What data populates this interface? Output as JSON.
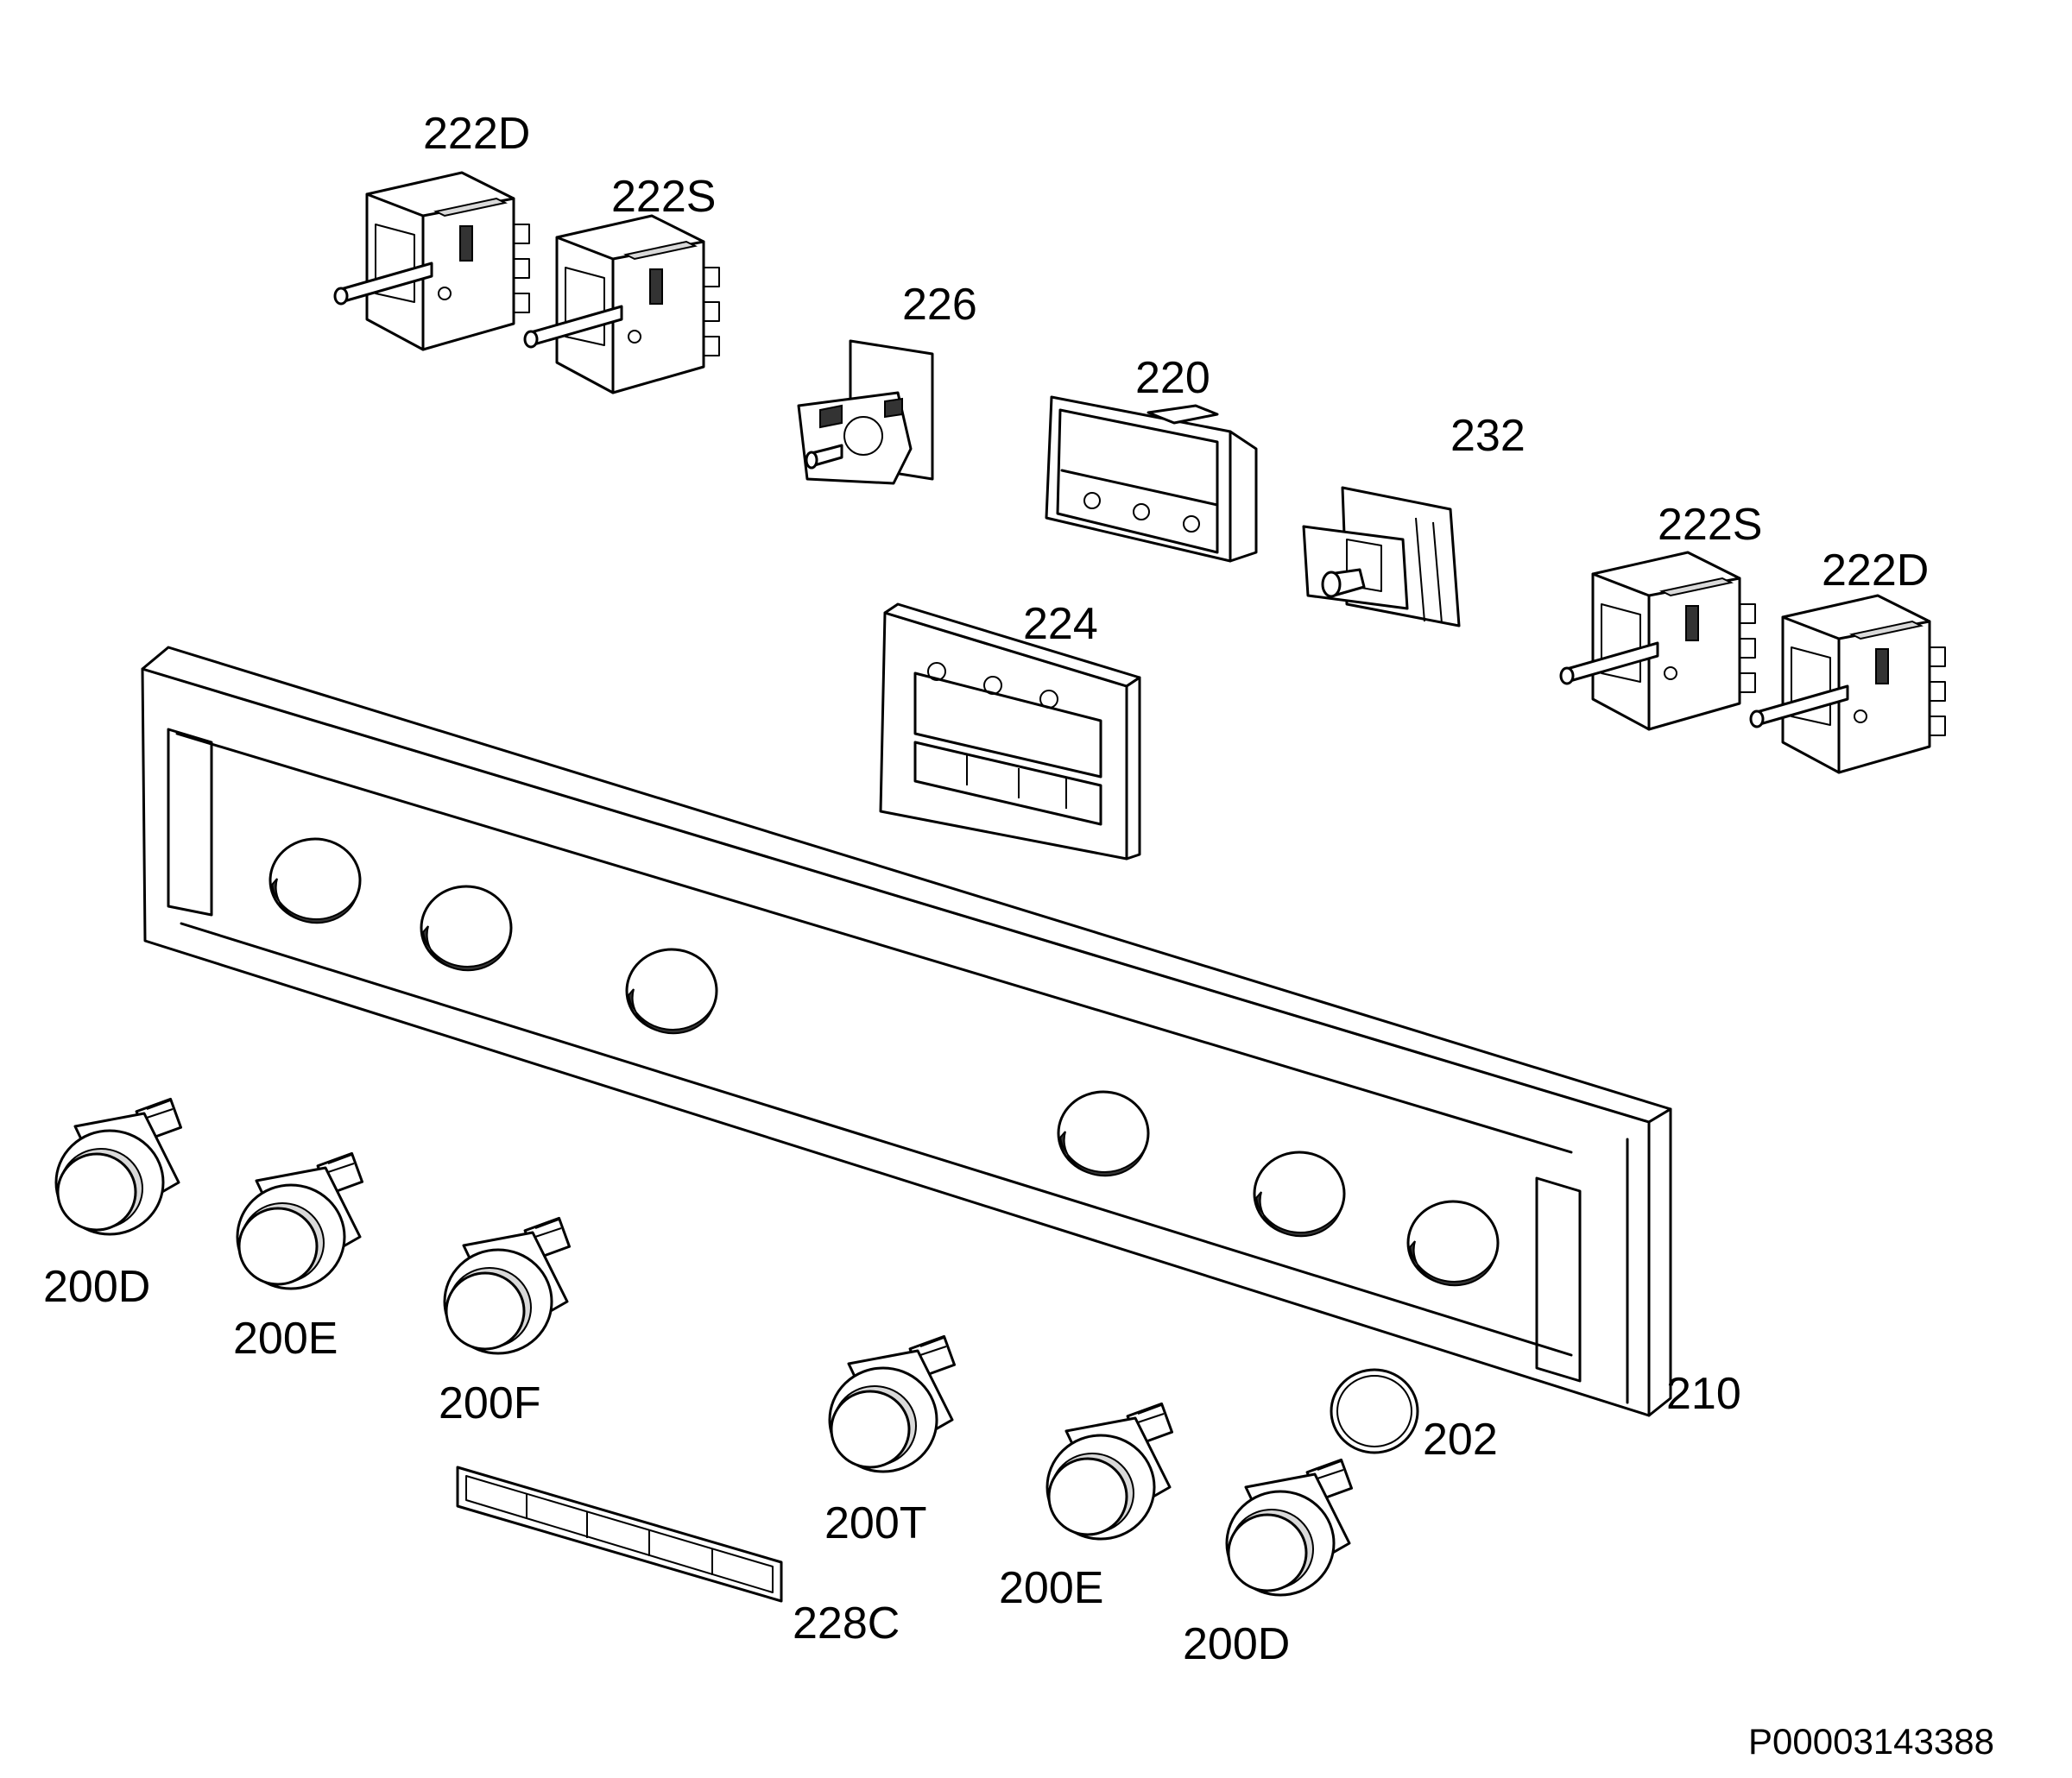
{
  "parts": {
    "p222D_a": "222D",
    "p222S_a": "222S",
    "p226": "226",
    "p220": "220",
    "p232": "232",
    "p222S_b": "222S",
    "p222D_b": "222D",
    "p224": "224",
    "p210": "210",
    "p202": "202",
    "p200D_a": "200D",
    "p200E_a": "200E",
    "p200F": "200F",
    "p200T": "200T",
    "p200E_b": "200E",
    "p200D_b": "200D",
    "p228C": "228C"
  },
  "drawing_code": "P00003143388"
}
